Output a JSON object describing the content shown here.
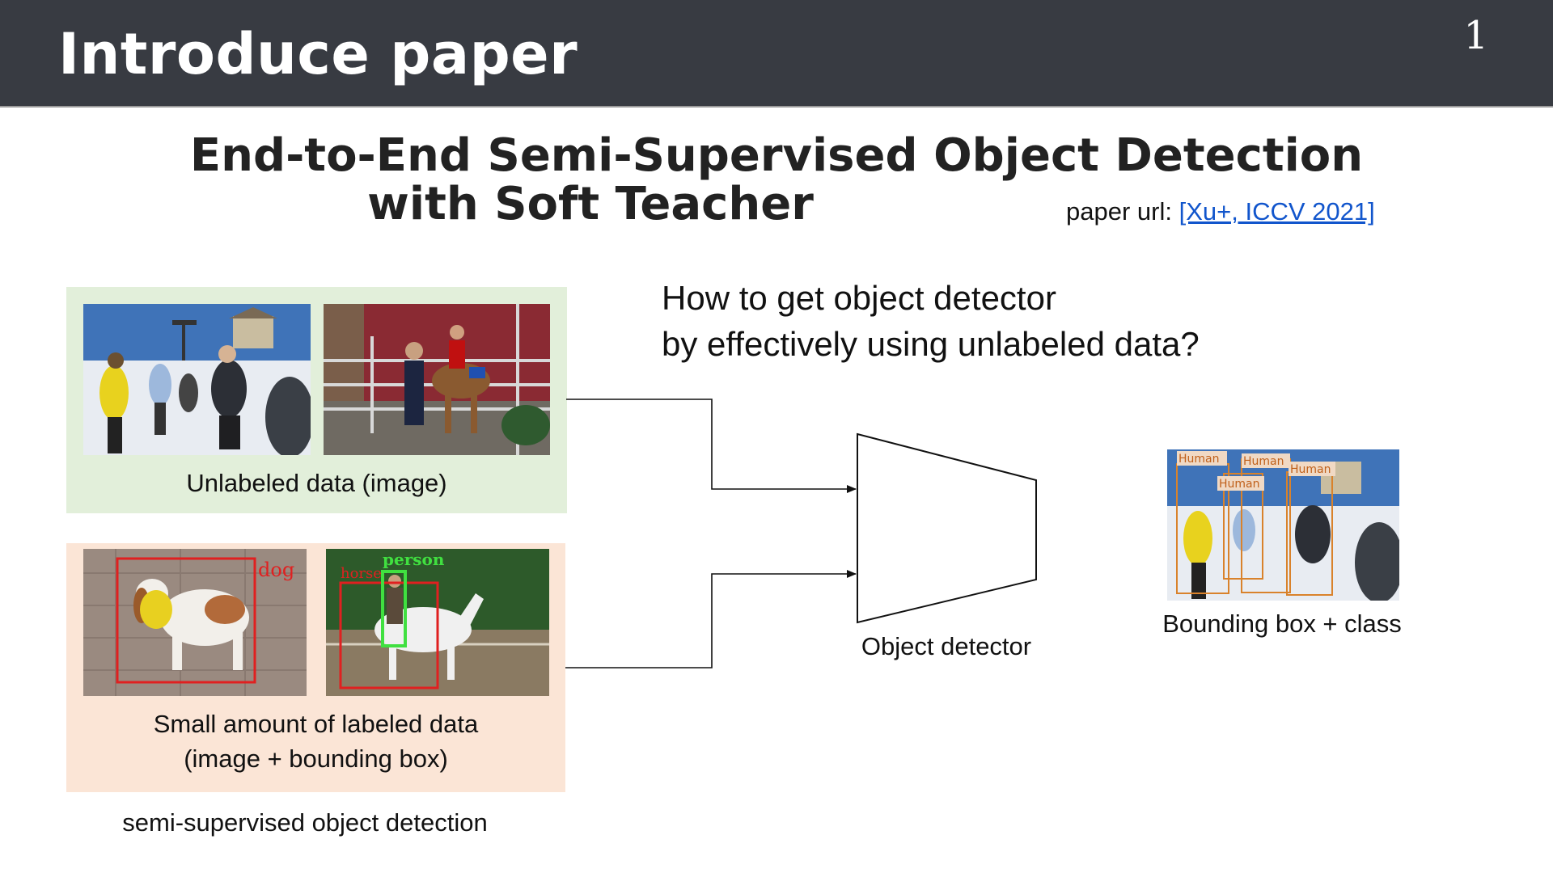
{
  "header": {
    "title": "Introduce paper",
    "slide_number": "1"
  },
  "paper": {
    "title_line1": "End-to-End Semi-Supervised Object Detection",
    "title_line2": "with Soft Teacher",
    "url_label": "paper url:",
    "url_link": "[Xu+, ICCV 2021]"
  },
  "question": {
    "line1": "How to get object detector",
    "line2": "by effectively using unlabeled data?"
  },
  "unlabeled": {
    "caption": "Unlabeled data (image)"
  },
  "labeled": {
    "caption_line1": "Small amount of labeled data",
    "caption_line2": "(image + bounding box)",
    "labels": {
      "dog": "dog",
      "person": "person",
      "horse": "horse"
    }
  },
  "detector": {
    "caption": "Object detector"
  },
  "output": {
    "caption": "Bounding box + class",
    "labels": [
      "Human",
      "Human",
      "Human",
      "Human"
    ]
  },
  "footer": {
    "caption": "semi-supervised object detection"
  },
  "colors": {
    "header_bg": "#383b42",
    "unlabeled_panel": "#e2efda",
    "labeled_panel": "#fbe5d6",
    "link": "#1155cc",
    "box_red": "#e02020",
    "box_green": "#40e040",
    "box_orange": "#d9822b"
  }
}
